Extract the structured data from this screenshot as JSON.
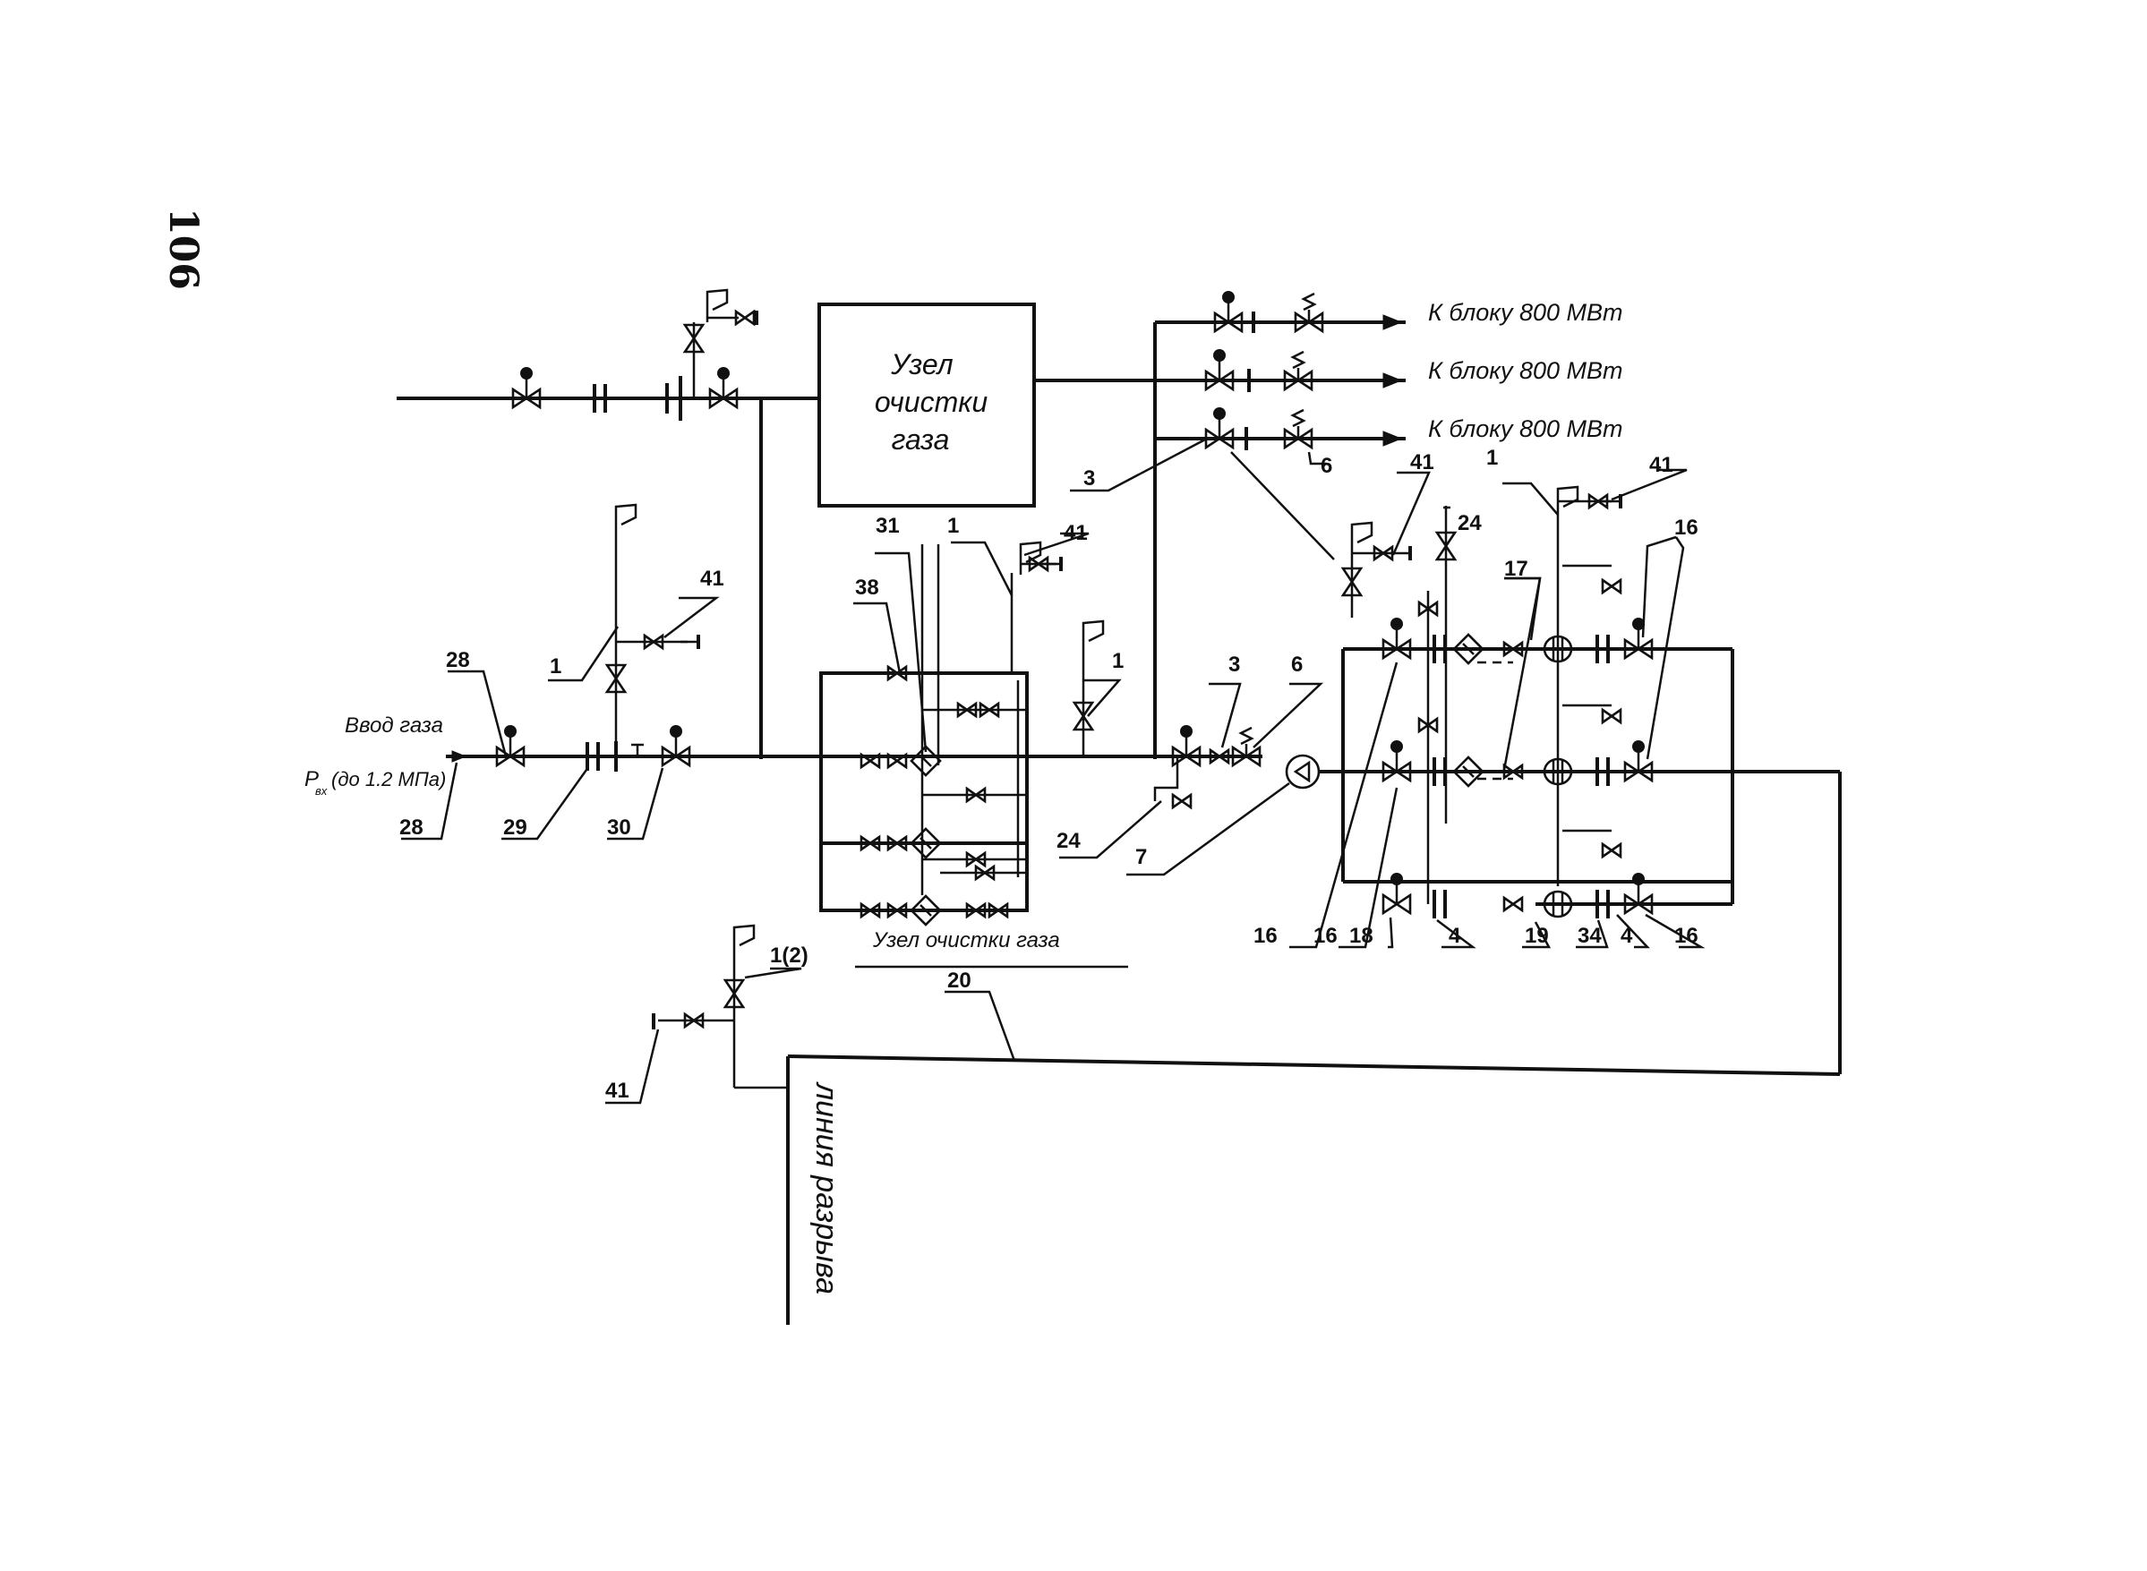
{
  "page_number": "106",
  "node_box": {
    "line1": "Узел",
    "line2": "очистки",
    "line3": "газа"
  },
  "outputs": [
    "К блоку 800 МВт",
    "К блоку 800 МВт",
    "К блоку 800 МВт"
  ],
  "inlet": {
    "title": "Ввод газа",
    "pressure": "P",
    "pressure_sub": "вх",
    "pressure_rest": "(до 1.2 МПа)"
  },
  "cleaning_label": "Узел   очистки   газа",
  "break_line_label": "линия разрыва",
  "callouts": {
    "c28a": "28",
    "c28b": "28",
    "c29": "29",
    "c30": "30",
    "c1_left": "1",
    "c41_left": "41",
    "c38": "38",
    "c31": "31",
    "c1_mid": "1",
    "c41_mid": "41",
    "c1_mid2": "1",
    "c3_top": "3",
    "c3": "3",
    "c6": "6",
    "c6_top": "6",
    "c24_left": "24",
    "c7": "7",
    "c41_r1": "41",
    "c24_r": "24",
    "c1_r": "1",
    "c41_r2": "41",
    "c17": "17",
    "c16_tr": "16",
    "c16_b1": "16",
    "c16_b2": "16",
    "c18": "18",
    "c4_b1": "4",
    "c19": "19",
    "c34": "34",
    "c4_b2": "4",
    "c16_b3": "16",
    "c20": "20",
    "c12": "1(2)",
    "c41_bot": "41"
  }
}
